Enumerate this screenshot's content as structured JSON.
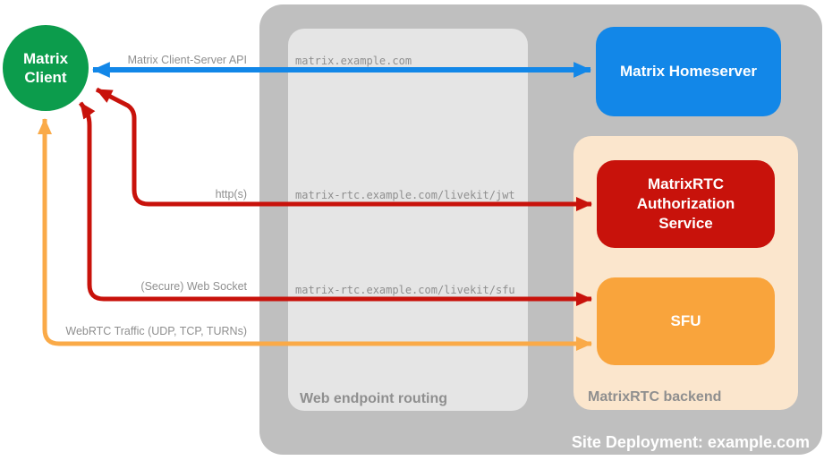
{
  "colors": {
    "client_green": "#0C9C4C",
    "homeserver_blue": "#1287E8",
    "auth_red": "#C8120B",
    "sfu_orange": "#F9A43C",
    "webrtc_arrow_orange": "#FAAA48",
    "backend_peach": "#FBE6CD",
    "container_gray": "#BFBFBF",
    "routing_panel_gray": "#E5E5E5",
    "label_gray": "#8F8F8F"
  },
  "client": {
    "line1": "Matrix",
    "line2": "Client"
  },
  "homeserver": {
    "label": "Matrix Homeserver"
  },
  "backend": {
    "caption": "MatrixRTC backend",
    "auth_service": {
      "label": "MatrixRTC Authorization Service"
    },
    "sfu": {
      "label": "SFU"
    }
  },
  "routing": {
    "caption": "Web endpoint routing",
    "entries": [
      "matrix.example.com",
      "matrix-rtc.example.com/livekit/jwt",
      "matrix-rtc.example.com/livekit/sfu"
    ]
  },
  "arrows": {
    "client_server_api": {
      "label": "Matrix Client-Server API"
    },
    "https": {
      "label": "http(s)"
    },
    "websocket": {
      "label": "(Secure) Web Socket"
    },
    "webrtc": {
      "label": "WebRTC Traffic (UDP, TCP, TURNs)"
    }
  },
  "footer": {
    "site_deployment": "Site Deployment: example.com"
  }
}
